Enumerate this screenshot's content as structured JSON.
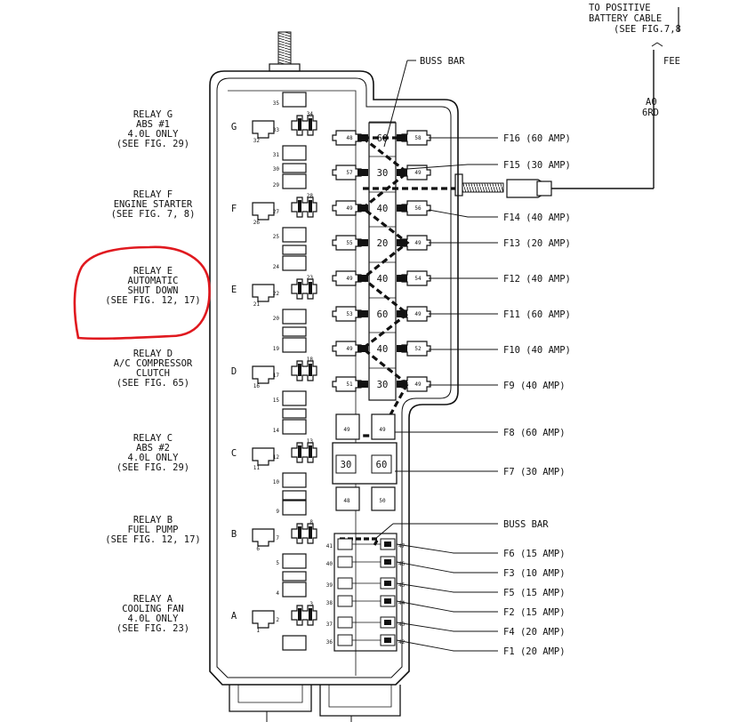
{
  "battery": {
    "lines": [
      "TO POSITIVE",
      "BATTERY CABLE",
      "(SEE FIG.7,8"
    ],
    "fe": "FEE",
    "wire_ao": "A0",
    "wire_color": "6RD"
  },
  "buss_bar_top": "BUSS BAR",
  "buss_bar_bottom": "BUSS BAR",
  "relays": [
    {
      "lines": [
        "RELAY G",
        "ABS #1",
        "4.0L ONLY",
        "(SEE FIG. 29)"
      ],
      "highlighted": false
    },
    {
      "lines": [
        "RELAY F",
        "ENGINE STARTER",
        "(SEE FIG. 7, 8)"
      ],
      "highlighted": false
    },
    {
      "lines": [
        "RELAY E",
        "AUTOMATIC",
        "SHUT DOWN",
        "(SEE FIG. 12, 17)"
      ],
      "highlighted": true
    },
    {
      "lines": [
        "RELAY D",
        "A/C COMPRESSOR",
        "CLUTCH",
        "(SEE FIG. 65)"
      ],
      "highlighted": false
    },
    {
      "lines": [
        "RELAY C",
        "ABS #2",
        "4.0L ONLY",
        "(SEE FIG. 29)"
      ],
      "highlighted": false
    },
    {
      "lines": [
        "RELAY B",
        "FUEL PUMP",
        "(SEE FIG. 12, 17)"
      ],
      "highlighted": false
    },
    {
      "lines": [
        "RELAY A",
        "COOLING FAN",
        "4.0L ONLY",
        "(SEE FIG. 23)"
      ],
      "highlighted": false
    }
  ],
  "relay_letters": [
    "G",
    "F",
    "E",
    "D",
    "C",
    "B",
    "A"
  ],
  "fuses_right": [
    "F16 (60 AMP)",
    "F15 (30 AMP)",
    "F14 (40 AMP)",
    "F13 (20 AMP)",
    "F12 (40 AMP)",
    "F11 (60 AMP)",
    "F10 (40 AMP)",
    "F9 (40 AMP)",
    "F8 (60 AMP)",
    "F7 (30 AMP)"
  ],
  "fuses_small": [
    "F6 (15 AMP)",
    "F3 (10 AMP)",
    "F5 (15 AMP)",
    "F2 (15 AMP)",
    "F4 (20 AMP)",
    "F1 (20 AMP)"
  ],
  "maxi_fuse_ratings": [
    "60",
    "30",
    "40",
    "20",
    "40",
    "60",
    "40",
    "30"
  ],
  "f7_f8_ratings": [
    "30",
    "60"
  ],
  "left_terminals": [
    "48",
    "57",
    "49",
    "55",
    "49",
    "53",
    "49",
    "51"
  ],
  "right_terminals": [
    "58",
    "49",
    "56",
    "49",
    "54",
    "49",
    "52",
    "49"
  ],
  "f8_terminals": [
    "49",
    "49"
  ],
  "f7_terminals": [
    "48",
    "50"
  ],
  "relay_cavities": [
    [
      "35",
      "34",
      "33",
      "32",
      "31",
      "30"
    ],
    [
      "29",
      "28",
      "27",
      "26",
      "25"
    ],
    [
      "24",
      "23",
      "22",
      "21",
      "20"
    ],
    [
      "19",
      "18",
      "17",
      "16",
      "15"
    ],
    [
      "14",
      "13",
      "12",
      "11",
      "10"
    ],
    [
      "9",
      "8",
      "7",
      "6",
      "5"
    ],
    [
      "4",
      "3",
      "2",
      "1"
    ]
  ],
  "small_fuse_left": [
    "41",
    "40",
    "39",
    "38",
    "37",
    "36"
  ],
  "small_fuse_right": [
    "47",
    "46",
    "45",
    "44",
    "43",
    "42"
  ],
  "annotation_color": "#e0191f"
}
